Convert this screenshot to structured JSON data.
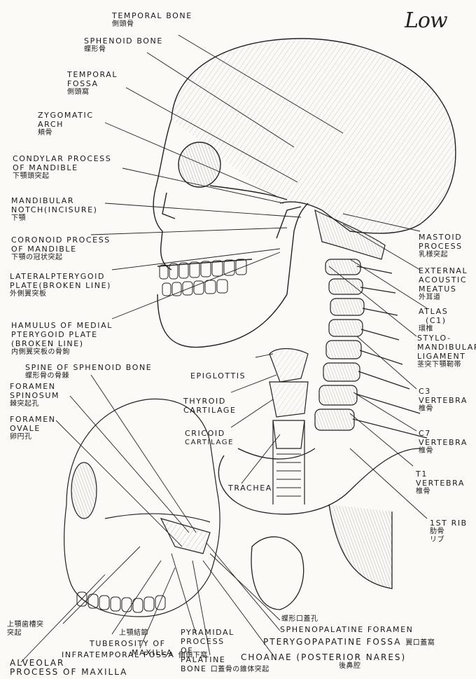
{
  "signature": "Low",
  "labels": {
    "temporal_bone": {
      "en": "TEMPORAL BONE",
      "jp": "側頭骨"
    },
    "sphenoid_bone": {
      "en": "SPHENOID BONE",
      "jp": "蝶形骨"
    },
    "temporal_fossa": {
      "en1": "TEMPORAL",
      "en2": "FOSSA",
      "jp": "側頭窩"
    },
    "zygomatic_arch": {
      "en1": "ZYGOMATIC",
      "en2": "ARCH",
      "jp": "頬骨"
    },
    "condylar_process": {
      "en1": "CONDYLAR PROCESS",
      "en2": "OF MANDIBLE",
      "jp": "下顎頭突起"
    },
    "mandibular_notch": {
      "en1": "MANDIBULAR",
      "en2": "NOTCH(INCISURE)",
      "jp": "下顎"
    },
    "coronoid_process": {
      "en1": "CORONOID PROCESS",
      "en2": "OF MANDIBLE",
      "jp": "下顎の冠状突起"
    },
    "lateral_pterygoid": {
      "en1": "LATERALPTERYGOID",
      "en2": "PLATE(BROKEN LINE)",
      "jp": "外側翼突板"
    },
    "hamulus": {
      "en1": "HAMULUS OF MEDIAL",
      "en2": "PTERYGOID PLATE",
      "en3": "(BROKEN LINE)",
      "jp": "内側翼突板の骨鉤"
    },
    "spine_sphenoid": {
      "en": "SPINE OF SPHENOID BONE",
      "jp": "蝶形骨の骨棘"
    },
    "foramen_spinosum": {
      "en1": "FORAMEN",
      "en2": "SPINOSUM",
      "jp": "棘突起孔"
    },
    "foramen_ovale": {
      "en1": "FORAMEN",
      "en2": "OVALE",
      "jp": "卵円孔"
    },
    "epiglottis": {
      "en": "EPIGLOTTIS"
    },
    "thyroid_cartilage": {
      "en1": "THYROID",
      "en2": "CARTILAGE"
    },
    "cricoid_cartilage": {
      "en1": "CRICOID",
      "en2": "CARTILAGE"
    },
    "trachea": {
      "en": "TRACHEA"
    },
    "mastoid_process": {
      "en1": "MASTOID",
      "en2": "PROCESS",
      "jp": "乳様突起"
    },
    "external_meatus": {
      "en1": "EXTERNAL",
      "en2": "ACOUSTIC",
      "en3": "MEATUS",
      "jp": "外耳道"
    },
    "atlas": {
      "en1": "ATLAS",
      "en2": "(C1)",
      "jp": "環椎"
    },
    "stylomandibular": {
      "en1": "STYLO-",
      "en2": "MANDIBULAR",
      "en3": "LIGAMENT",
      "jp": "茎突下顎靭帯"
    },
    "c3": {
      "en1": "C3",
      "en2": "VERTEBRA",
      "jp": "椎骨"
    },
    "c7": {
      "en1": "C7",
      "en2": "VERTEBRA",
      "jp": "椎骨"
    },
    "t1": {
      "en1": "T1",
      "en2": "VERTEBRA",
      "jp": "椎骨"
    },
    "first_rib": {
      "en": "1ST RIB",
      "jp1": "肋骨",
      "jp2": "リブ"
    },
    "alveolar_jp": {
      "jp1": "上顎歯槽突",
      "jp2": "突起"
    },
    "maxilla_jp": {
      "jp": "上顎結節"
    },
    "sphenopalatine_jp": {
      "jp": "蝶形口蓋孔"
    },
    "sphenopalatine_foramen": {
      "en": "SPHENOPALATINE FORAMEN"
    },
    "pterygopalatine_fossa": {
      "en": "PTERYGOPAPATINE FOSSA",
      "jp": "翼口蓋窩"
    },
    "tuberosity": {
      "en1": "TUBEROSITY OF",
      "en2": "MAXILLA"
    },
    "pyramidal_process": {
      "en1": "PYRAMIDAL",
      "en2": "PROCESS",
      "en3": "OF",
      "en4": "PALATINE",
      "en5": "BONE",
      "jp": "口蓋骨の錐体突起"
    },
    "infratemporal_fossa": {
      "en": "INFRATEMPORAL FOSSA",
      "jp": "側頭下窩"
    },
    "choanae": {
      "en": "CHOANAE (POSTERIOR NARES)",
      "jp": "後鼻腔"
    },
    "alveolar_process": {
      "en1": "ALVEOLAR",
      "en2": "PROCESS OF MAXILLA"
    }
  }
}
